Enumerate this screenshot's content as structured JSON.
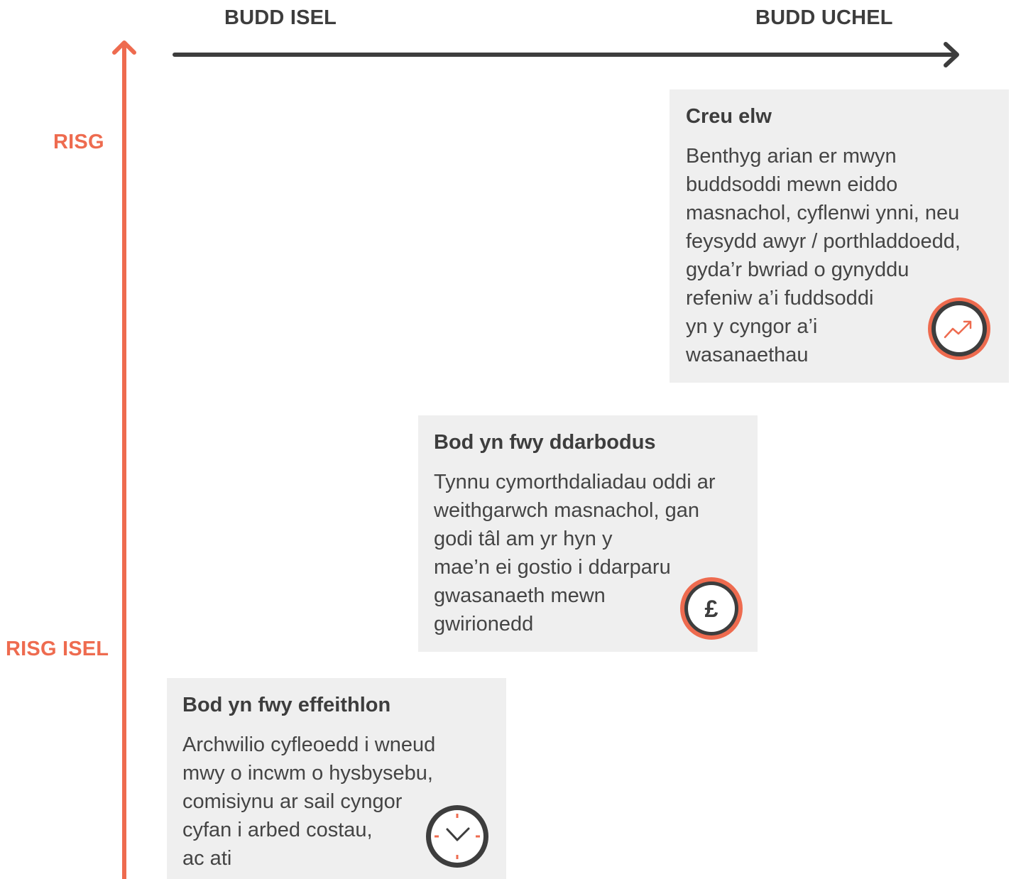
{
  "axes": {
    "x_low_label": "BUDD ISEL",
    "x_high_label": "BUDD UCHEL",
    "y_high_label": "RISG",
    "y_low_label": "RISG ISEL"
  },
  "colors": {
    "accent": "#ee6b4f",
    "dark": "#3d3d3d",
    "card_bg": "#efefef"
  },
  "cards": [
    {
      "title": "Creu elw",
      "lines": [
        "Benthyg arian er mwyn",
        "buddsoddi mewn eiddo",
        "masnachol, cyflenwi ynni, neu",
        "feysydd awyr / porthladdoedd,",
        "gyda’r bwriad o gynyddu",
        "refeniw a’i fuddsoddi",
        "yn y cyngor a’i",
        "wasanaethau"
      ],
      "icon": "trend-up-icon"
    },
    {
      "title": "Bod yn fwy ddarbodus",
      "lines": [
        "Tynnu cymorthdaliadau oddi ar",
        "weithgarwch masnachol, gan",
        "godi tâl am yr hyn y",
        "mae’n ei gostio i ddarparu",
        "gwasanaeth mewn",
        "gwirionedd"
      ],
      "icon": "pound-sign-icon",
      "icon_glyph": "£"
    },
    {
      "title": "Bod yn fwy effeithlon",
      "lines": [
        "Archwilio cyfleoedd i wneud",
        "mwy o incwm o hysbysebu,",
        "comisiynu ar sail cyngor",
        "cyfan i arbed costau,",
        "ac ati"
      ],
      "icon": "clock-icon"
    }
  ]
}
